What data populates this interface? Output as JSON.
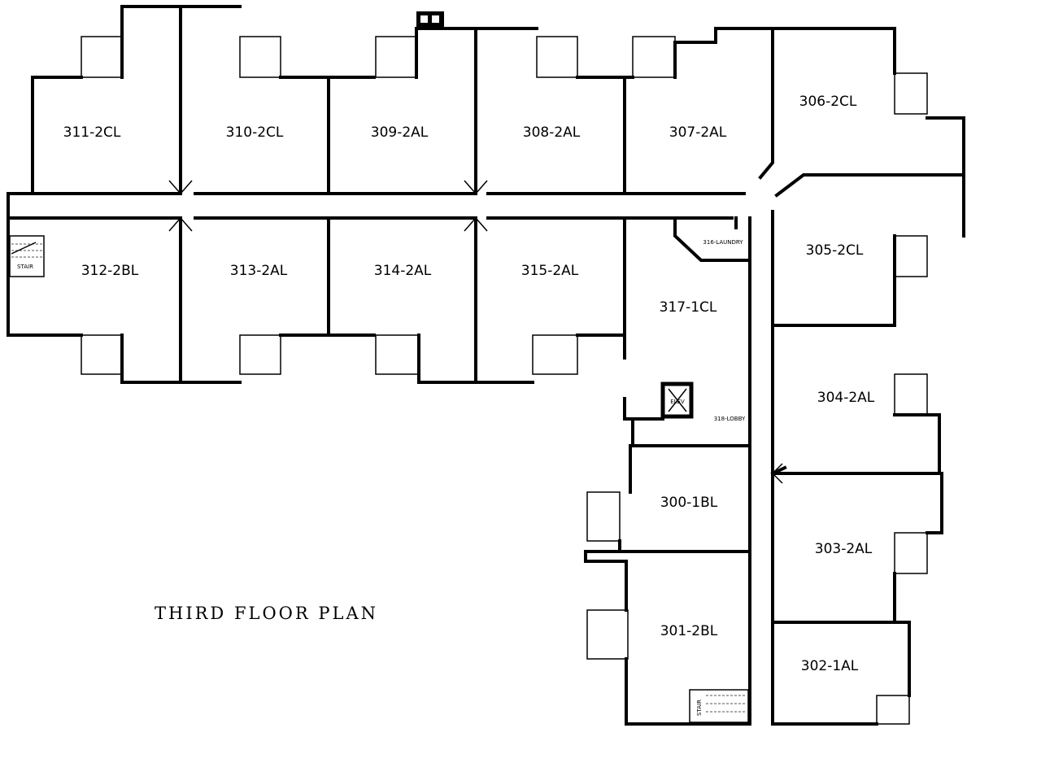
{
  "title": "THIRD FLOOR PLAN",
  "rooms": {
    "r311": "311-2CL",
    "r310": "310-2CL",
    "r309": "309-2AL",
    "r308": "308-2AL",
    "r307": "307-2AL",
    "r306": "306-2CL",
    "r312": "312-2BL",
    "r313": "313-2AL",
    "r314": "314-2AL",
    "r315": "315-2AL",
    "r317": "317-1CL",
    "r305": "305-2CL",
    "r304": "304-2AL",
    "r303": "303-2AL",
    "r302": "302-1AL",
    "r300": "300-1BL",
    "r301": "301-2BL"
  },
  "small_labels": {
    "laundry": "316-LAUNDRY",
    "lobby": "318-LOBBY",
    "elev": "ELEV",
    "stair_west": "STAIR",
    "stair_south": "STAIR"
  }
}
